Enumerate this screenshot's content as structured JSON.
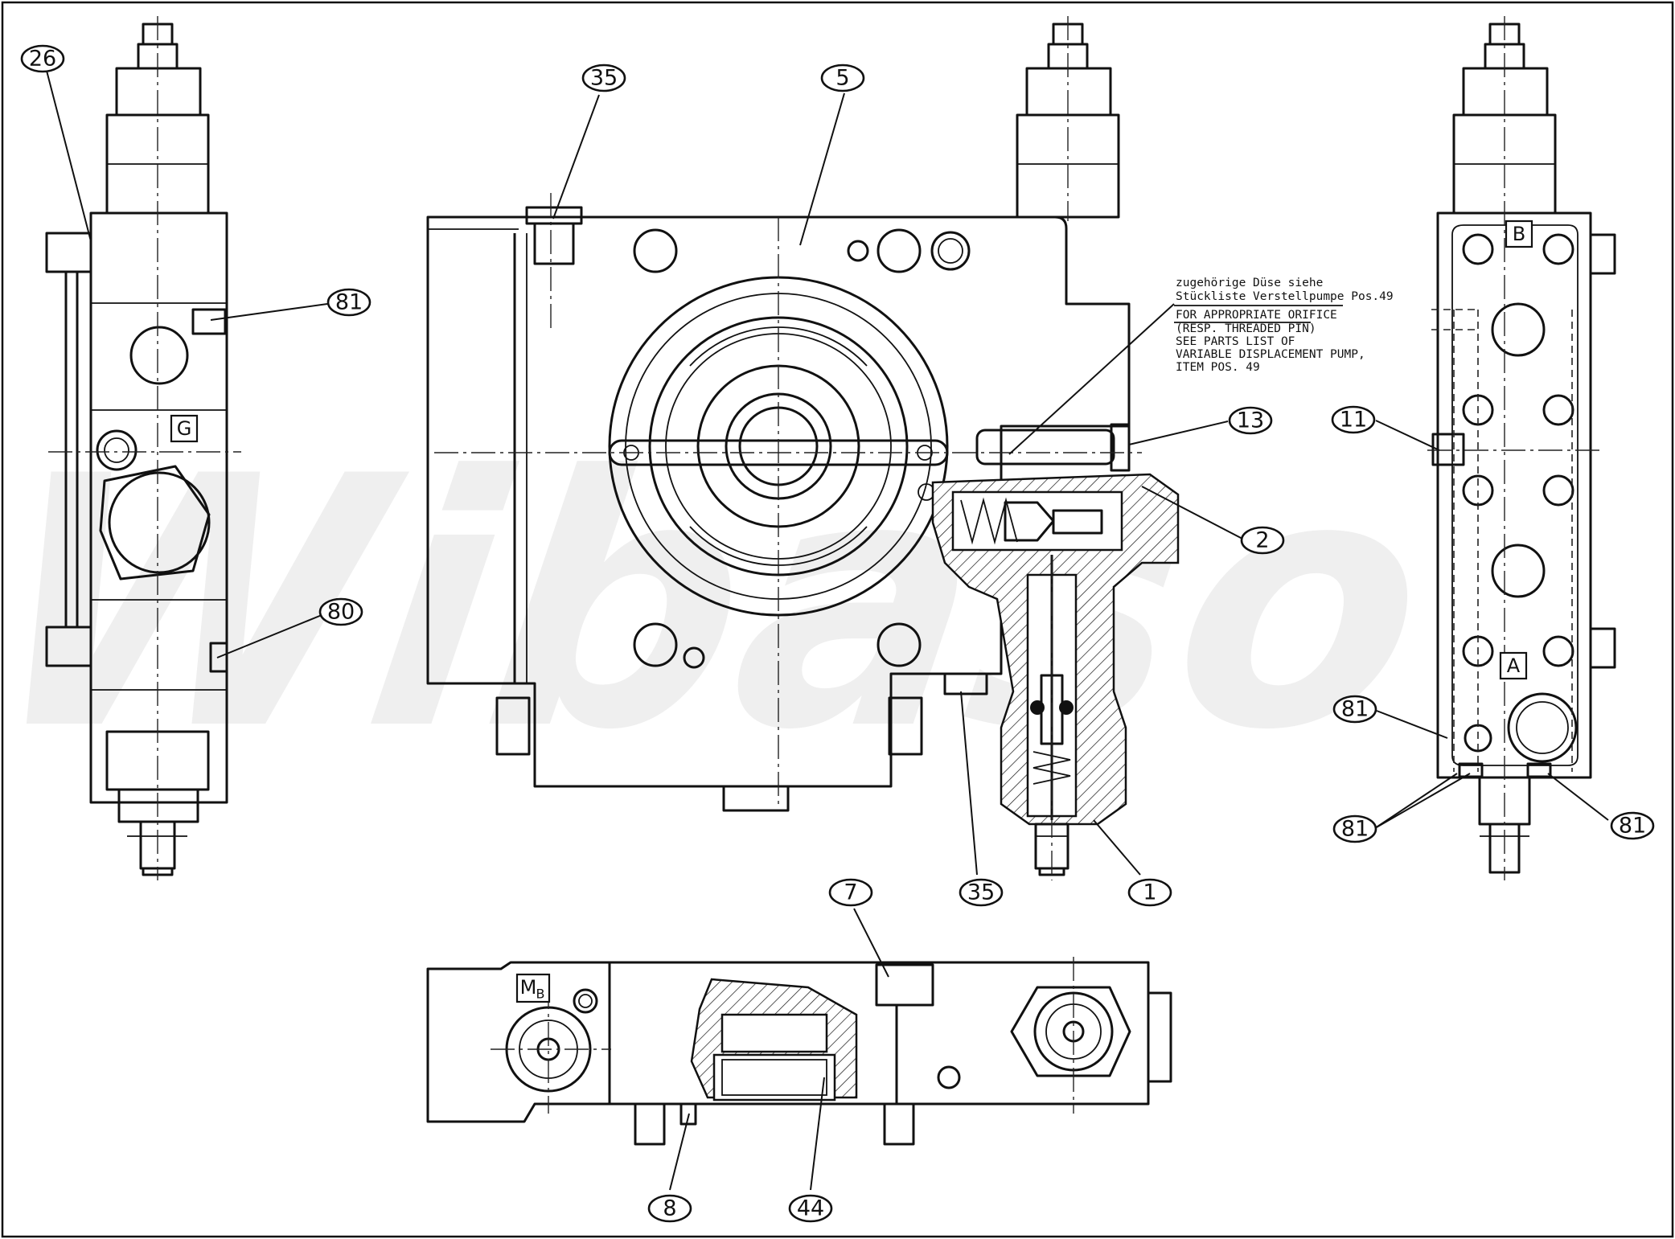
{
  "watermark": "Wibaso",
  "balloons": {
    "b26": "26",
    "b81_left": "81",
    "b80": "80",
    "b35_top": "35",
    "b5": "5",
    "b13": "13",
    "b2": "2",
    "b35_bottom": "35",
    "b1": "1",
    "b11": "11",
    "b81_right_a": "81",
    "b81_right_b": "81",
    "b81_right_c": "81",
    "b7": "7",
    "b8": "8",
    "b44": "44"
  },
  "port_labels": {
    "g": "G",
    "b": "B",
    "a": "A",
    "mb_main": "M",
    "mb_sub": "B"
  },
  "note_lines": [
    "zugehörige Düse siehe",
    "Stückliste Verstellpumpe Pos.49",
    "FOR APPROPRIATE ORIFICE",
    "(RESP. THREADED PIN)",
    "SEE PARTS LIST OF",
    "VARIABLE DISPLACEMENT PUMP,",
    "ITEM POS. 49"
  ]
}
